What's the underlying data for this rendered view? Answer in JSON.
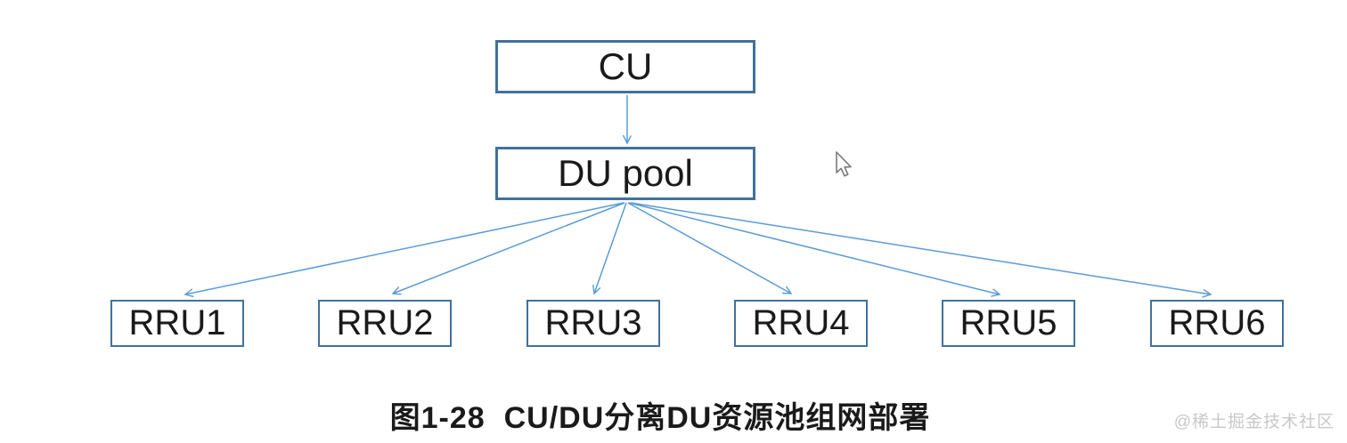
{
  "diagram": {
    "title_node": "CU",
    "pool_node": "DU pool",
    "rru_nodes": [
      "RRU1",
      "RRU2",
      "RRU3",
      "RRU4",
      "RRU5",
      "RRU6"
    ],
    "caption": "图1-28  CU/DU分离DU资源池组网部署",
    "watermark": "@稀土掘金技术社区",
    "colors": {
      "box_border": "#41719C",
      "arrow": "#5B9BD5",
      "text": "#1a1a1a",
      "watermark_text": "#c8c8c8"
    }
  }
}
